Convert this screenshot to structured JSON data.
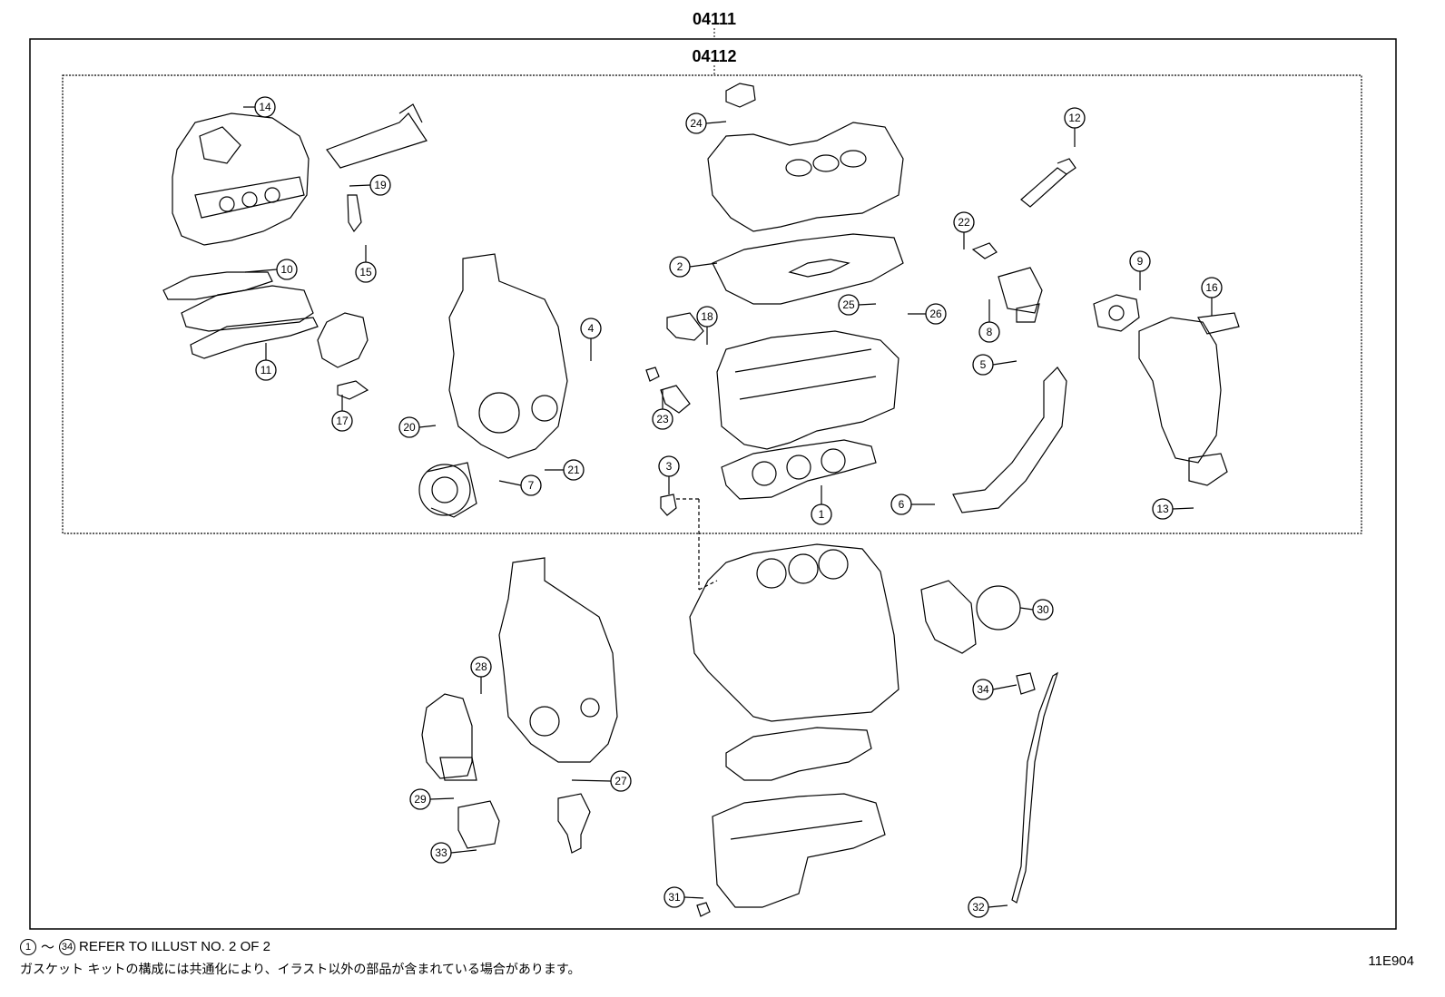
{
  "assemblies": {
    "outer": "04111",
    "inner": "04112"
  },
  "callouts": [
    {
      "n": "1"
    },
    {
      "n": "2"
    },
    {
      "n": "3"
    },
    {
      "n": "4"
    },
    {
      "n": "5"
    },
    {
      "n": "6"
    },
    {
      "n": "7"
    },
    {
      "n": "8"
    },
    {
      "n": "9"
    },
    {
      "n": "10"
    },
    {
      "n": "11"
    },
    {
      "n": "12"
    },
    {
      "n": "13"
    },
    {
      "n": "14"
    },
    {
      "n": "15"
    },
    {
      "n": "16"
    },
    {
      "n": "17"
    },
    {
      "n": "18"
    },
    {
      "n": "19"
    },
    {
      "n": "20"
    },
    {
      "n": "21"
    },
    {
      "n": "22"
    },
    {
      "n": "23"
    },
    {
      "n": "24"
    },
    {
      "n": "25"
    },
    {
      "n": "26"
    },
    {
      "n": "27"
    },
    {
      "n": "28"
    },
    {
      "n": "29"
    },
    {
      "n": "30"
    },
    {
      "n": "31"
    },
    {
      "n": "32"
    },
    {
      "n": "33"
    },
    {
      "n": "34"
    }
  ],
  "footer": {
    "range_start": "1",
    "range_sep": "～",
    "range_end": "34",
    "reference": "REFER TO ILLUST NO. 2 OF 2",
    "note": "ガスケット キットの構成には共通化により、イラスト以外の部品が含まれている場合があります。",
    "code": "11E904"
  }
}
